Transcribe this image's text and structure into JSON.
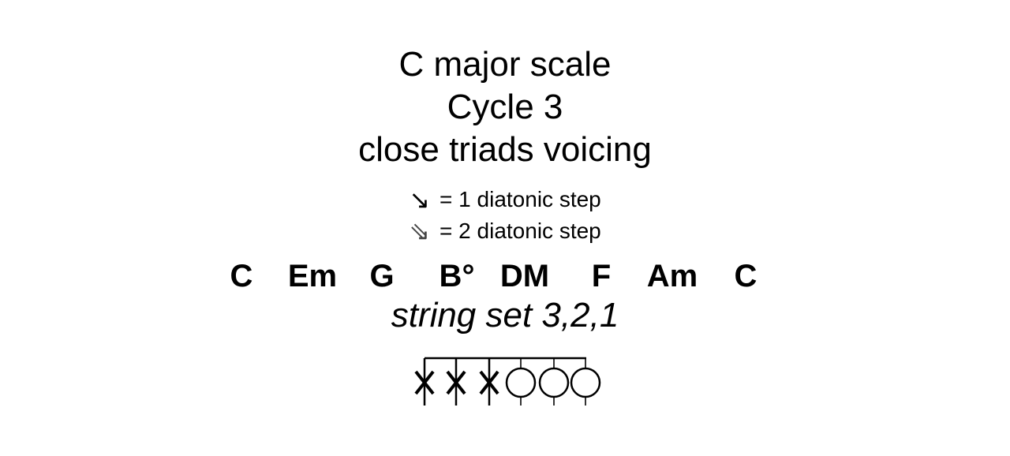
{
  "title": {
    "line1": "C major scale",
    "line2": "Cycle 3",
    "line3": "close triads voicing"
  },
  "legend": [
    {
      "symbol": "↘",
      "icon": "single-diagonal-arrow-icon",
      "text": "= 1 diatonic step"
    },
    {
      "symbol": "⇘",
      "icon": "double-diagonal-arrow-icon",
      "text": "= 2 diatonic step"
    }
  ],
  "chords": [
    "C",
    "Em",
    "G",
    "B°",
    "DM",
    "F",
    "Am",
    "C"
  ],
  "string_set": "string set 3,2,1",
  "strings": [
    {
      "string": 6,
      "state": "muted",
      "icon": "x-mute-icon"
    },
    {
      "string": 5,
      "state": "muted",
      "icon": "x-mute-icon"
    },
    {
      "string": 4,
      "state": "muted",
      "icon": "x-mute-icon"
    },
    {
      "string": 3,
      "state": "played",
      "icon": "open-circle-icon"
    },
    {
      "string": 2,
      "state": "played",
      "icon": "open-circle-icon"
    },
    {
      "string": 1,
      "state": "played",
      "icon": "open-circle-icon"
    }
  ]
}
